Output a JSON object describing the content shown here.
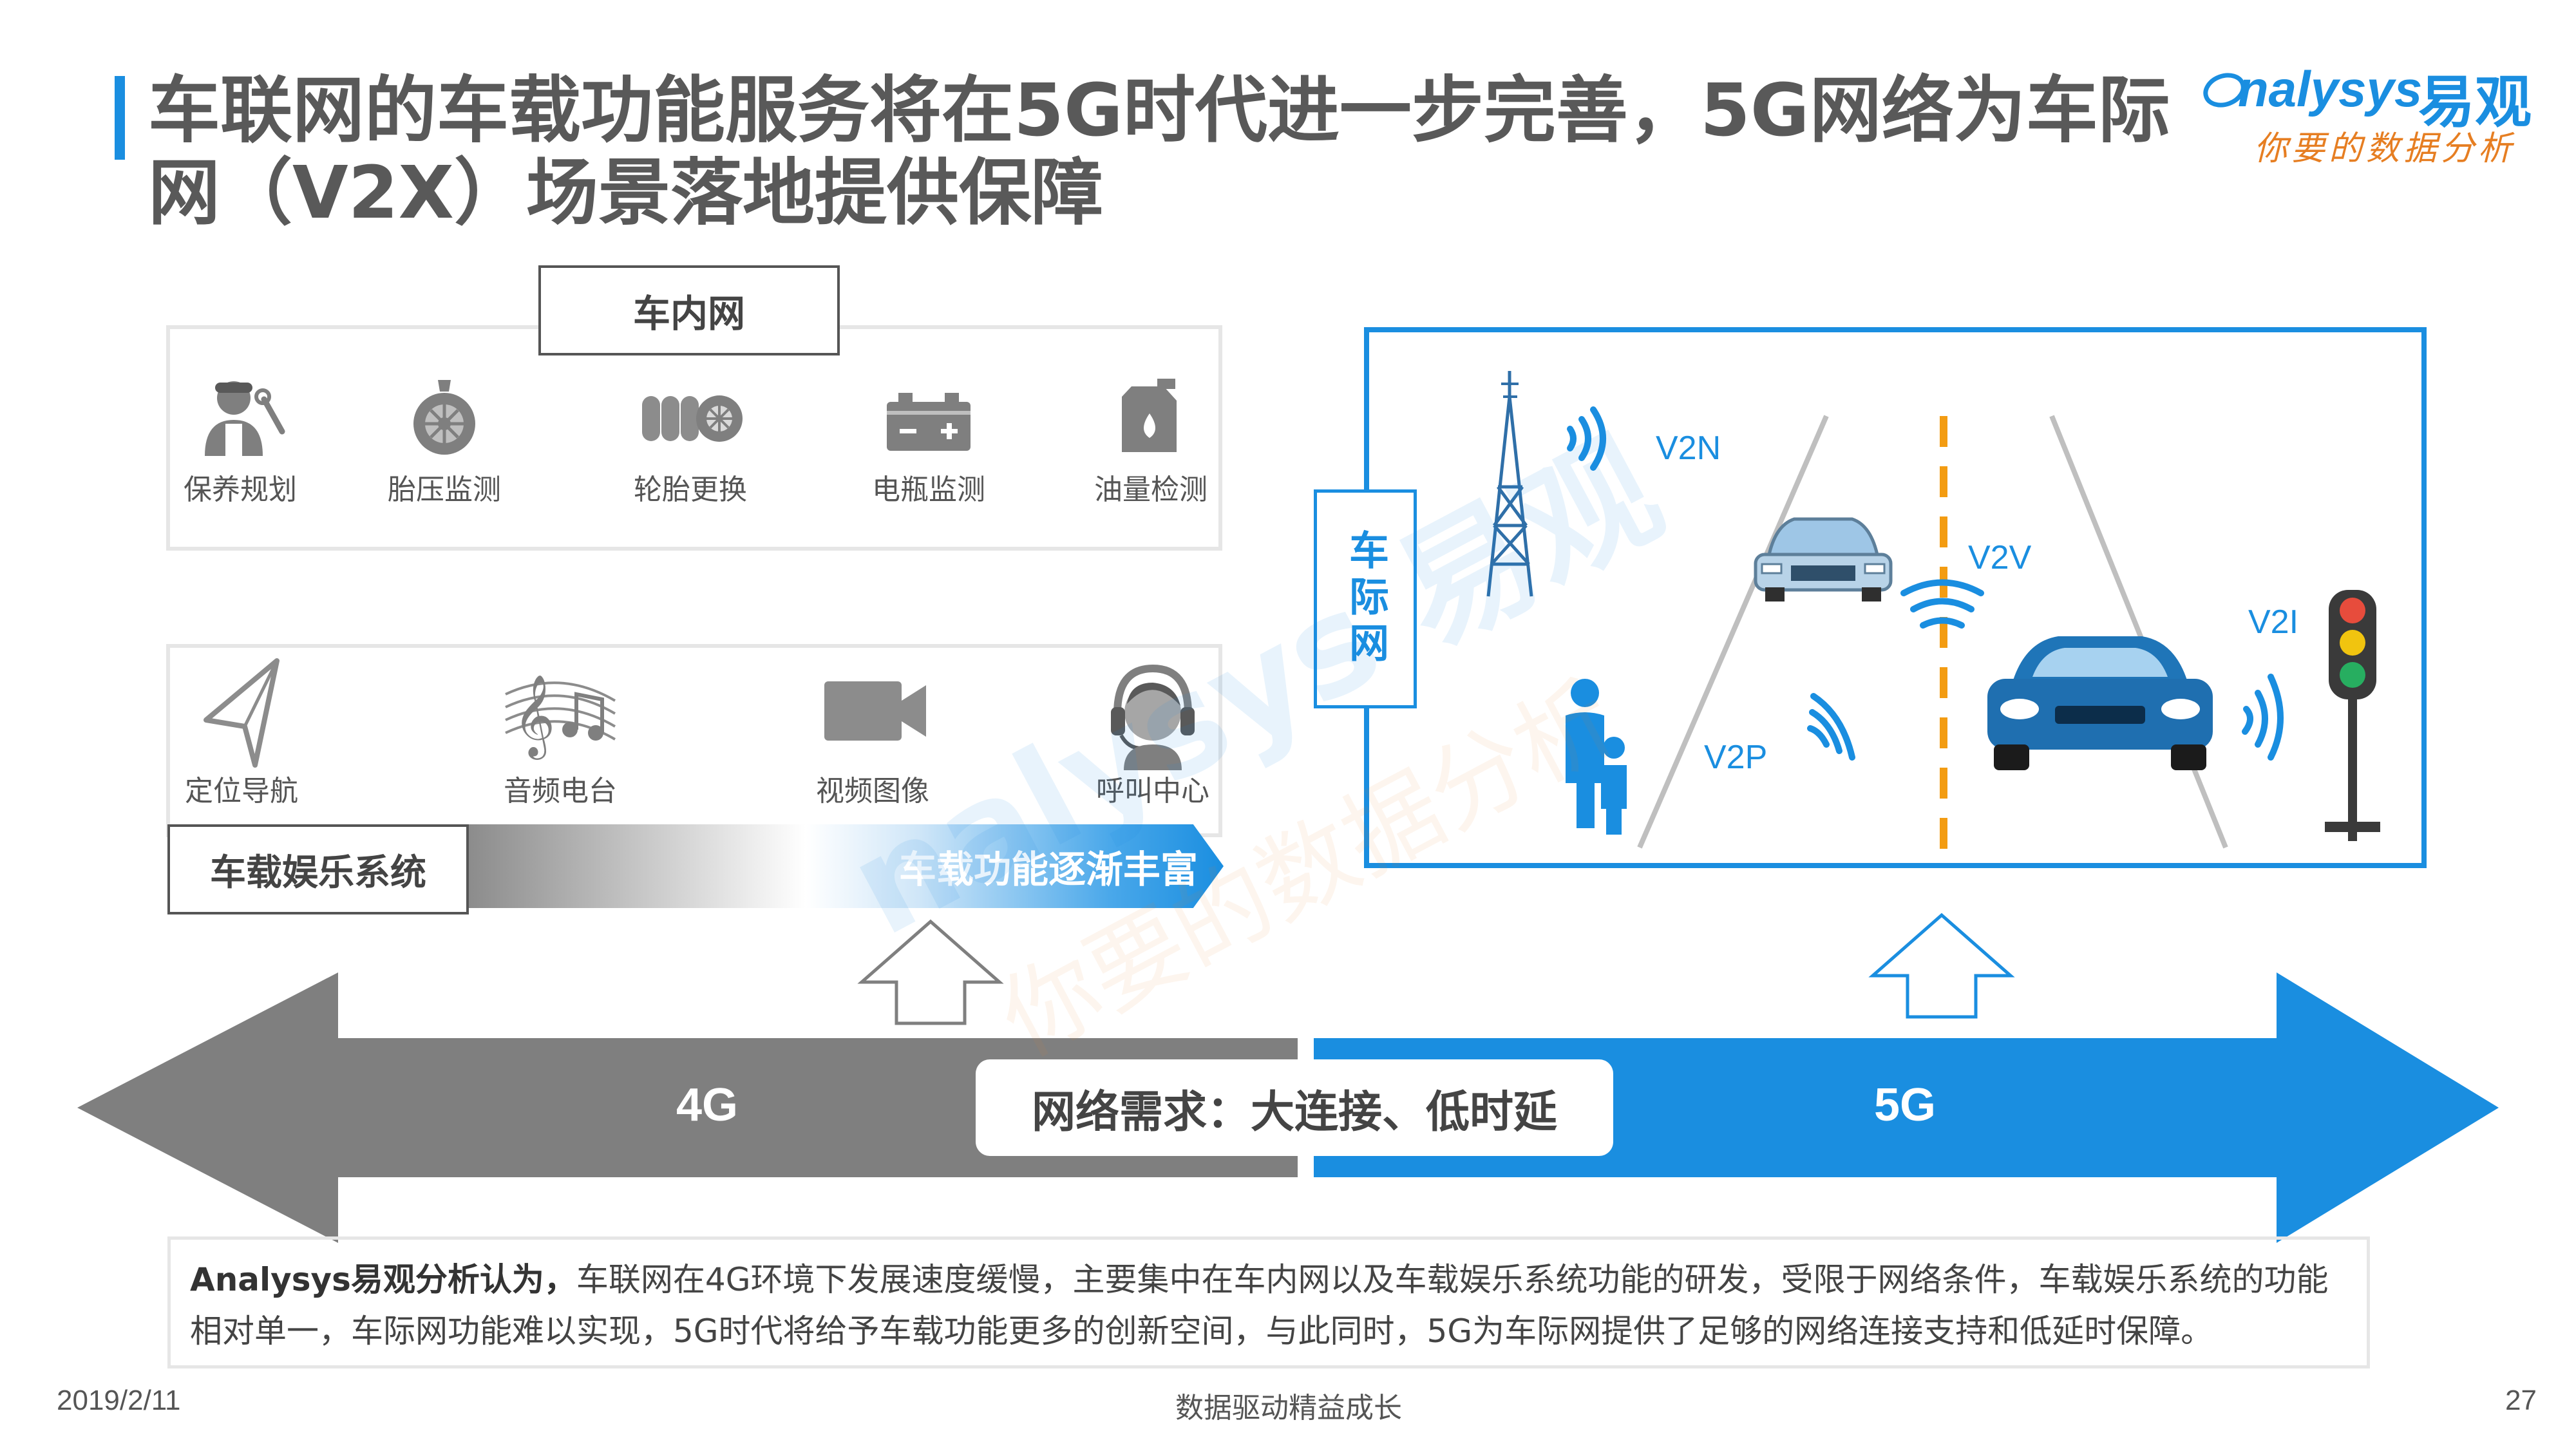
{
  "header": {
    "title": "车联网的车载功能服务将在5G时代进一步完善，5G网络为车际网（V2X）场景落地提供保障",
    "logo_brand": "nalysys",
    "logo_cn": "易观",
    "logo_slogan": "你要的数据分析"
  },
  "in_car": {
    "label": "车内网",
    "items": [
      {
        "label": "保养规划",
        "icon": "mechanic-icon"
      },
      {
        "label": "胎压监测",
        "icon": "tire-pressure-icon"
      },
      {
        "label": "轮胎更换",
        "icon": "tires-icon"
      },
      {
        "label": "电瓶监测",
        "icon": "battery-icon"
      },
      {
        "label": "油量检测",
        "icon": "fuel-can-icon"
      }
    ]
  },
  "infotainment": {
    "items": [
      {
        "label": "定位导航",
        "icon": "navigation-icon"
      },
      {
        "label": "音频电台",
        "icon": "music-icon"
      },
      {
        "label": "视频图像",
        "icon": "video-camera-icon"
      },
      {
        "label": "呼叫中心",
        "icon": "headset-agent-icon"
      }
    ],
    "system_label": "车载娱乐系统",
    "progress_label": "车载功能逐渐丰富"
  },
  "v2x": {
    "side_label": "车际网",
    "labels": {
      "v2n": "V2N",
      "v2v": "V2V",
      "v2i": "V2I",
      "v2p": "V2P"
    }
  },
  "timeline": {
    "left": "4G",
    "right": "5G",
    "center": "网络需求：大连接、低时延",
    "colors": {
      "left": "#7f7f7f",
      "right": "#1a8ee0"
    }
  },
  "summary": {
    "lead": "Analysys易观分析认为，",
    "text": "车联网在4G环境下发展速度缓慢，主要集中在车内网以及车载娱乐系统功能的研发，受限于网络条件，车载娱乐系统的功能相对单一，车际网功能难以实现，5G时代将给予车载功能更多的创新空间，与此同时，5G为车际网提供了足够的网络连接支持和低延时保障。"
  },
  "footer": {
    "date": "2019/2/11",
    "slogan": "数据驱动精益成长",
    "page": "27"
  }
}
